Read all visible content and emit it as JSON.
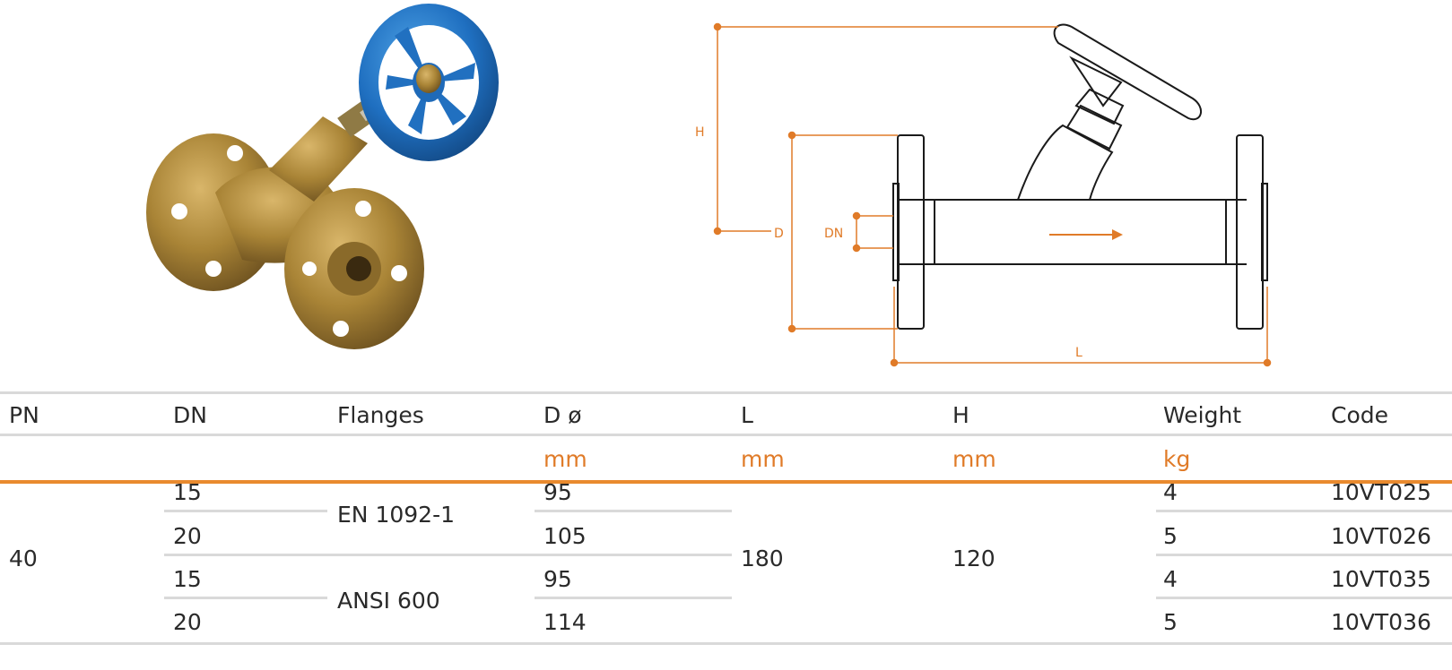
{
  "drawing": {
    "labels": {
      "h": "H",
      "d": "D",
      "dn": "DN",
      "l": "L"
    },
    "accent_color": "#e07b28"
  },
  "table": {
    "headers": [
      "PN",
      "DN",
      "Flanges",
      "D ø",
      "L",
      "H",
      "Weight",
      "Code"
    ],
    "units": [
      "",
      "",
      "",
      "mm",
      "mm",
      "mm",
      "kg",
      ""
    ],
    "pn": "40",
    "l": "180",
    "h": "120",
    "flanges": [
      "EN 1092-1",
      "ANSI 600"
    ],
    "rows": [
      {
        "dn": "15",
        "d": "95",
        "weight": "4",
        "code": "10VT025"
      },
      {
        "dn": "20",
        "d": "105",
        "weight": "5",
        "code": "10VT026"
      },
      {
        "dn": "15",
        "d": "95",
        "weight": "4",
        "code": "10VT035"
      },
      {
        "dn": "20",
        "d": "114",
        "weight": "5",
        "code": "10VT036"
      }
    ]
  }
}
